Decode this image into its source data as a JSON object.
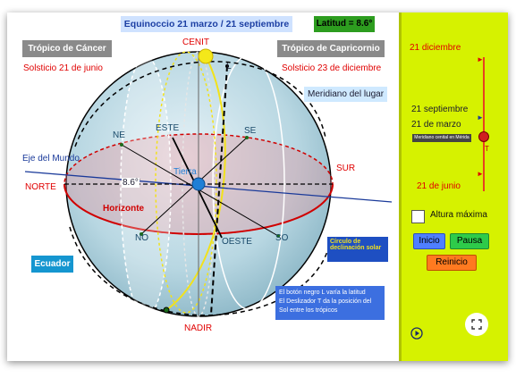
{
  "stage": {
    "title": "Equinoccio 21 marzo / 21 septiembre",
    "latitude": "Latitud = 8.6°",
    "tropic_cancer": "Trópico de Cáncer",
    "solstice_june": "Solsticio 21 de junio",
    "tropic_capricorn": "Trópico de Capricornio",
    "solstice_dec": "Solsticio 23 de diciembre",
    "meridian": "Meridiano del lugar",
    "axis": "Eje del Mundo",
    "ecuador": "Ecuador",
    "horizonte": "Horizonte",
    "tierra": "Tierra",
    "angle": "8.6°",
    "l_marker": "L",
    "cenit": "CENIT",
    "nadir": "NADIR",
    "norte": "NORTE",
    "sur": "SUR",
    "este": "ESTE",
    "oeste": "OESTE",
    "ne": "NE",
    "se": "SE",
    "no": "NO",
    "so": "SO",
    "declination_circle_l1": "Círculo de",
    "declination_circle_l2": "declinación solar",
    "note_l1": "El botón negro L varía la latitud",
    "note_l2": "El Deslizador T da la posición del",
    "note_l3": "Sol entre los trópicos"
  },
  "panel": {
    "dec21": "21 diciembre",
    "sep21": "21 septiembre",
    "mar21": "21 de marzo",
    "meridian_small": "Meridiano cenital en Mérida",
    "jun21": "21 de junio",
    "slider_label": "T",
    "altura": "Altura máxima",
    "inicio": "Inicio",
    "pausa": "Pausa",
    "reinicio": "Reinicio"
  },
  "colors": {
    "panel_bg": "#d6f200",
    "title_bg": "#cfe2ff",
    "latitude_bg": "#2d9d1f",
    "tropic_bg": "#8a8a8a",
    "ecuador_bg": "#1596d0",
    "note_bg": "#3c6fe0",
    "red_text": "#e00000"
  },
  "icons": [
    "play-icon",
    "fullscreen-icon",
    "checkbox-icon",
    "sun-icon",
    "earth-icon"
  ]
}
